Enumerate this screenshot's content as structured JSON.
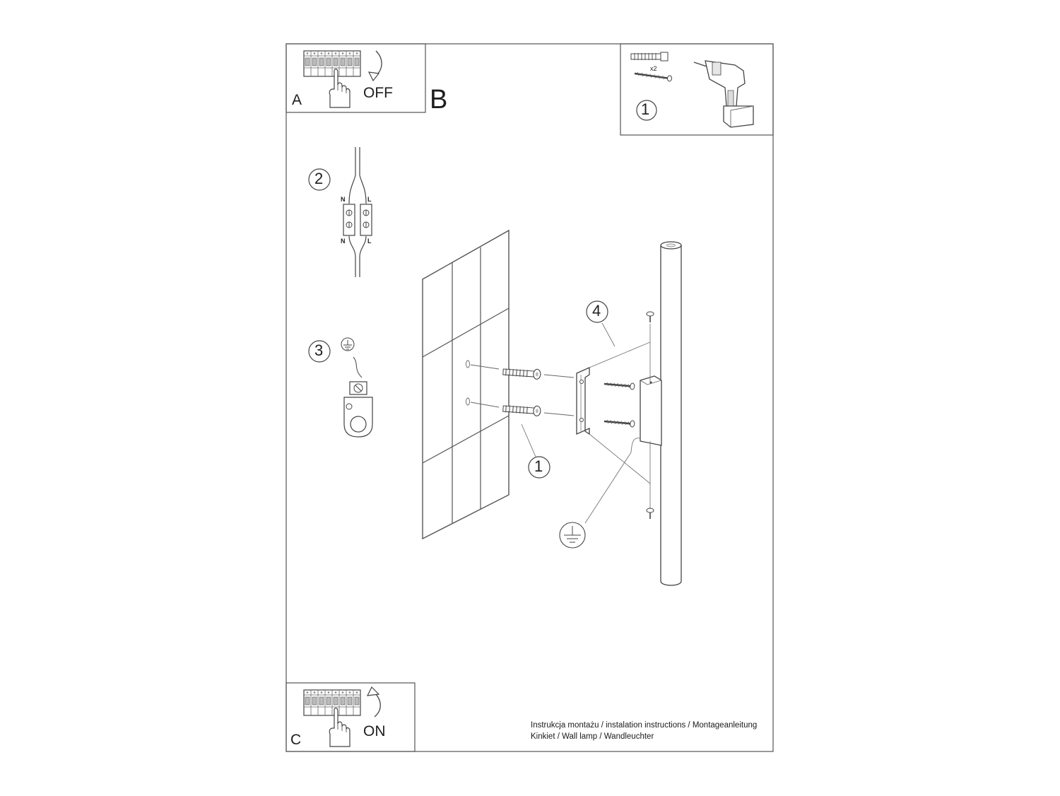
{
  "panels": {
    "a": {
      "letter": "A",
      "state": "OFF"
    },
    "b": {
      "letter": "B"
    },
    "c": {
      "letter": "C",
      "state": "ON"
    }
  },
  "tools": {
    "quantity": "x2",
    "step": "1"
  },
  "steps": {
    "wiring": "2",
    "ground": "3",
    "dowels": "1",
    "bracket": "4"
  },
  "terminal_labels": {
    "neutral": "N",
    "live": "L"
  },
  "footer": {
    "line1": "Instrukcja montażu / instalation instructions / Montageanleitung",
    "line2": "Kinkiet / Wall lamp / Wandleuchter"
  },
  "icons": [
    "breaker-panel-icon",
    "hand-icon",
    "curved-arrow-icon",
    "wall-plug-icon",
    "screw-icon",
    "drill-icon",
    "wire-connector-icon",
    "ground-symbol-icon",
    "ground-terminal-icon",
    "wall-tiles-icon",
    "mounting-bracket-icon",
    "lamp-tube-icon"
  ]
}
